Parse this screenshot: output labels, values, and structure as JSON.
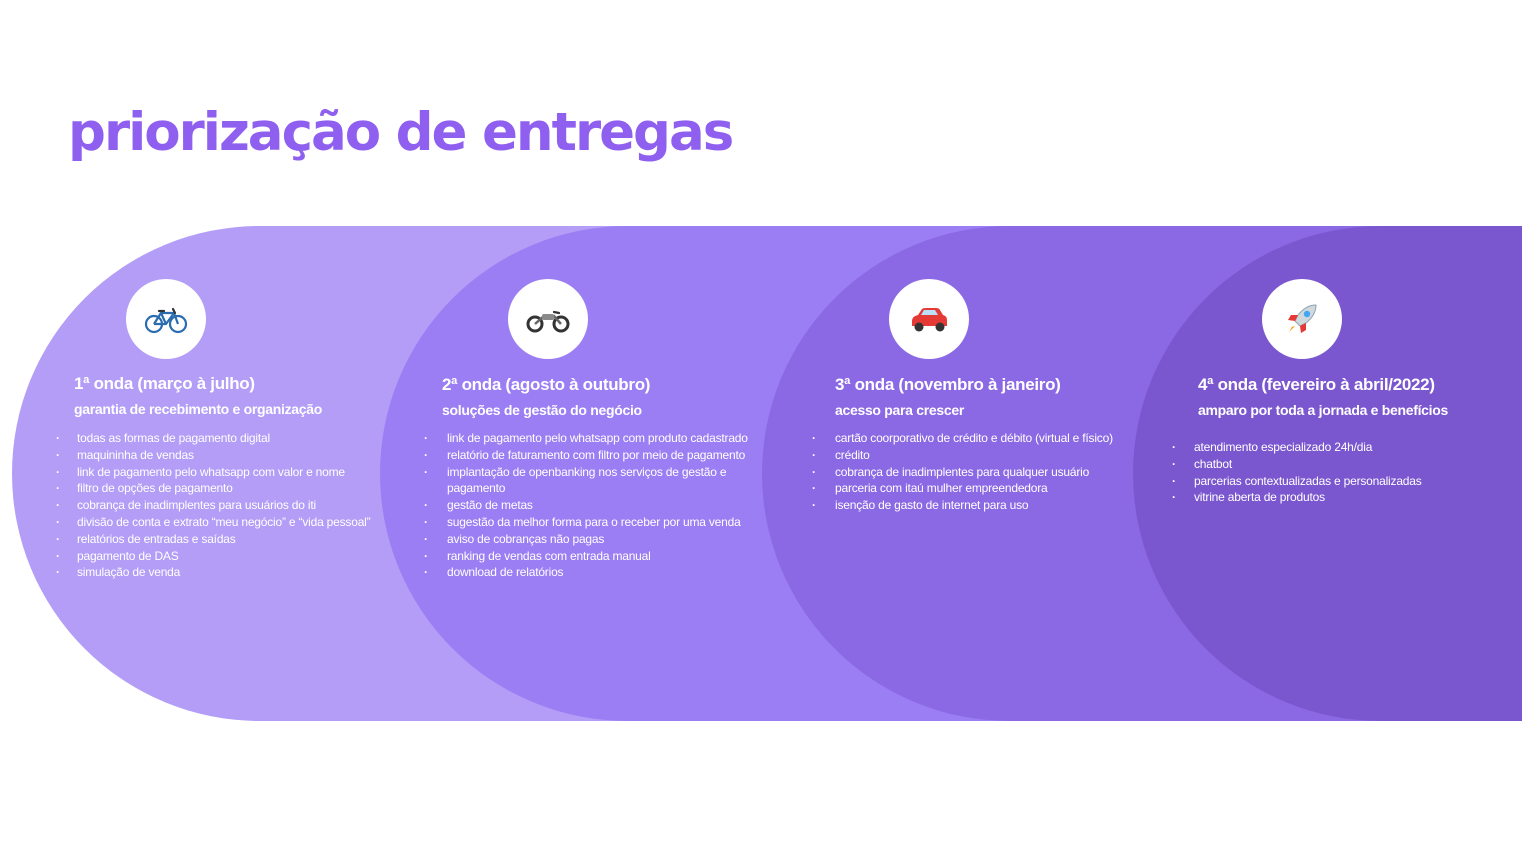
{
  "title": "priorização de entregas",
  "waves": [
    {
      "icon": "bicycle-icon",
      "heading": "1ª onda (março à julho)",
      "subheading": "garantia de recebimento e organização",
      "items": [
        "todas as formas de pagamento digital",
        "maquininha de vendas",
        "link de pagamento pelo whatsapp com valor e nome",
        "filtro de opções de pagamento",
        "cobrança de inadimplentes para usuários do iti",
        "divisão de conta e extrato “meu negócio” e “vida pessoal”",
        "relatórios de entradas e saídas",
        "pagamento de DAS",
        "simulação de venda"
      ]
    },
    {
      "icon": "motorcycle-icon",
      "heading": "2ª onda (agosto à outubro)",
      "subheading": "soluções de gestão do negócio",
      "items": [
        "link de pagamento pelo whatsapp com produto cadastrado",
        "relatório de faturamento com filtro por meio de pagamento",
        "implantação de openbanking nos serviços de gestão e pagamento",
        "gestão de metas",
        "sugestão da melhor forma para o receber por uma venda",
        "aviso de cobranças não pagas",
        "ranking de vendas com entrada manual",
        "download de relatórios"
      ]
    },
    {
      "icon": "car-icon",
      "heading": "3ª onda (novembro à janeiro)",
      "subheading": "acesso para crescer",
      "items": [
        "cartão coorporativo de crédito e débito (virtual e físico)",
        "crédito",
        "cobrança de inadimplentes para qualquer usuário",
        "parceria com itaú mulher empreendedora",
        "isenção de gasto de internet para uso"
      ]
    },
    {
      "icon": "rocket-icon",
      "heading": "4ª onda (fevereiro à abril/2022)",
      "subheading": "amparo por toda a jornada e benefícios",
      "items": [
        "atendimento especializado 24h/dia",
        "chatbot",
        "parcerias contextualizadas e personalizadas",
        "vitrine aberta de produtos"
      ]
    }
  ],
  "colors": {
    "title": "#8f5ff0",
    "wave1": "#b39df7",
    "wave2": "#9b7ef3",
    "wave3": "#8c69e4",
    "wave4": "#7b57cf"
  }
}
